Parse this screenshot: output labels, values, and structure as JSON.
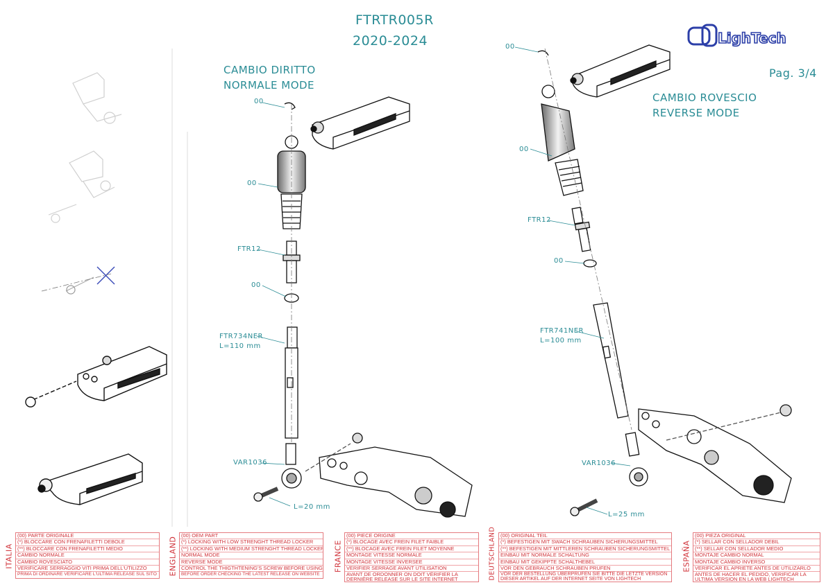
{
  "header": {
    "code": "FTRTR005R",
    "years": "2020-2024",
    "page": "Pag. 3/4",
    "brand": "LighTech"
  },
  "modes": {
    "normal": [
      "CAMBIO DIRITTO",
      "NORMALE MODE"
    ],
    "reverse": [
      "CAMBIO ROVESCIO",
      "REVERSE MODE"
    ]
  },
  "labels_left": {
    "oo1": "00",
    "oo2": "00",
    "ftr12": "FTR12",
    "oo3": "00",
    "ftr734": "FTR734NER",
    "len734": "L=110 mm",
    "var": "VAR1036",
    "bolt": "L=20 mm"
  },
  "labels_right": {
    "oo1": "00",
    "oo2": "00",
    "ftr12": "FTR12",
    "oo3": "00",
    "ftr741": "FTR741NER",
    "len741": "L=100 mm",
    "var": "VAR1036",
    "bolt": "L=25 mm"
  },
  "legend": [
    {
      "country": "ITALIA",
      "rows": [
        "(00) PARTE ORIGINALE",
        "(*)   BLOCCARE CON FRENAFILETTI DEBOLE",
        "(**)  BLOCCARE CON FRENAFILETTI MEDIO",
        "CAMBIO NORMALE",
        "CAMBIO ROVESCIATO",
        "VERIFICARE SERRAGGIO VITI PRIMA DELL'UTILIZZO",
        "PRIMA DI ORDINARE VERIFICARE L'ULTIMA RELEASE SUL SITO"
      ]
    },
    {
      "country": "ENGLAND",
      "rows": [
        "(00) OEM PART",
        "(*)   LOCKING WITH LOW STRENGHT THREAD LOCKER",
        "(**)  LOCKING WITH MEDIUM STRENGHT THREAD LOCKER",
        "NORMAL MODE",
        "REVERSE MODE",
        "CONTROL THE THIGTHTENING'S SCREW BEFORE USING",
        "BEFORE ORDER CHECKING THE LATEST RELEASE ON WEBSITE"
      ]
    },
    {
      "country": "FRANCE",
      "rows": [
        "(00) PIECE ORIGINE",
        "(*)   BLOCAGE AVEC FREIN FILET FAIBLE",
        "(**)  BLOCAGE AVEC FREIN FILET MOYENNE",
        "MONTAGE VITESSE NORMALE",
        "MONTAGE VITESSE INVERSEE",
        "VERIFIER SERRAGE AVANT UTILISATION",
        "AVANT DE ORDONNER ON DOIT VÉRIFIER LA DERNIÈRE RELEASE SUR LE SITE INTERNET"
      ]
    },
    {
      "country": "DEUTSCHLAND",
      "rows": [
        "(00) ORIGINAL TEIL",
        "(*)   BEFESTIGEN MIT SWACH SCHRAUBEN SICHERUNGSMITTEL",
        "(**)  BEFESTIGEN MIT MITTLEREN SCHRAUBEN SICHERUNGSMITTEL",
        "EINBAU MIT NORMALE SCHALTUNG",
        "EINBAU MIT GEKIPPTE SCHALTHEBEL",
        "VOR DEN GEBRAUCH SCHRAUBEN PRÜFEN",
        "VOR DER BESTELLUNG ÜBERPRÜFEN SIE BITTE DIE LETZTE VERSION DIESER ARTIKEL AUF DER INTERNET SEITE VON LIGHTECH"
      ]
    },
    {
      "country": "ESPAÑA",
      "rows": [
        "(00) PIEZA ORIGINAL",
        "(*)   SELLAR CON SELLADOR DEBIL",
        "(**)  SELLAR CON SELLADOR MEDIO",
        "MONTAJE  CAMBIO NORMAL",
        "MONTAJE CAMBIO INVERSO",
        "VERIFICAR EL APRIETE ANTES DE UTILIZARLO",
        "ANTES DE HACER EL PEDIDO, VERIFICAR LA ULTIMA VERSION EN LA WEB LIGHTECH"
      ]
    }
  ],
  "colors": {
    "teal": "#2a8c95",
    "red": "#d0333a",
    "logo": "#2c3fa8"
  }
}
